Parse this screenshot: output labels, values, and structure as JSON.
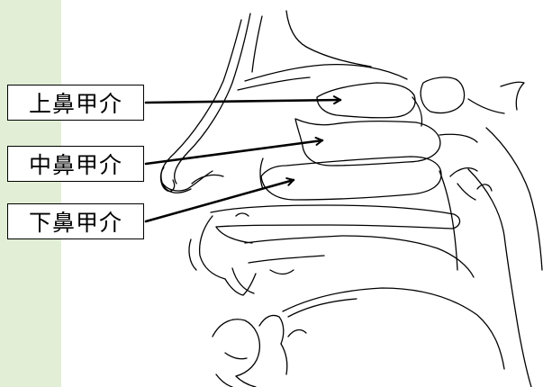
{
  "labels": {
    "upper": "上鼻甲介",
    "middle": "中鼻甲介",
    "lower": "下鼻甲介"
  },
  "colors": {
    "strip": "#e2efd6",
    "line": "#000000"
  }
}
